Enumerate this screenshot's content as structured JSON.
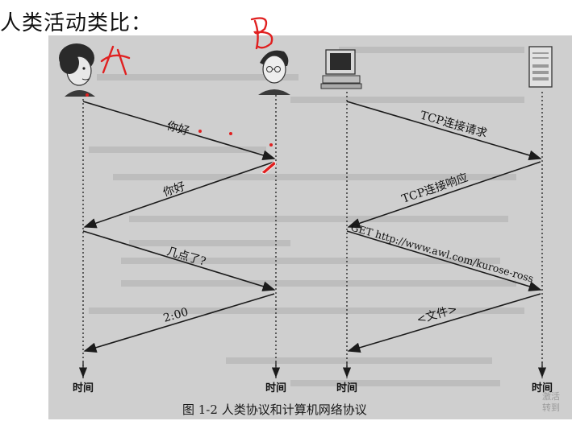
{
  "heading": "人类活动类比：",
  "handwriting": {
    "label_a": "A",
    "label_b": "B",
    "color": "#e02020"
  },
  "diagram": {
    "time_label": "时间",
    "human_messages": [
      "你好",
      "你好",
      "几点了?",
      "2:00"
    ],
    "network_messages": [
      "TCP连接请求",
      "TCP连接响应",
      "GET http://www.awl.com/kurose-ross",
      "<文件>"
    ]
  },
  "icons": [
    "woman-icon",
    "man-icon",
    "computer-icon",
    "server-icon"
  ],
  "caption": "图 1-2   人类协议和计算机网络协议",
  "watermark": [
    "激活",
    "转到"
  ]
}
